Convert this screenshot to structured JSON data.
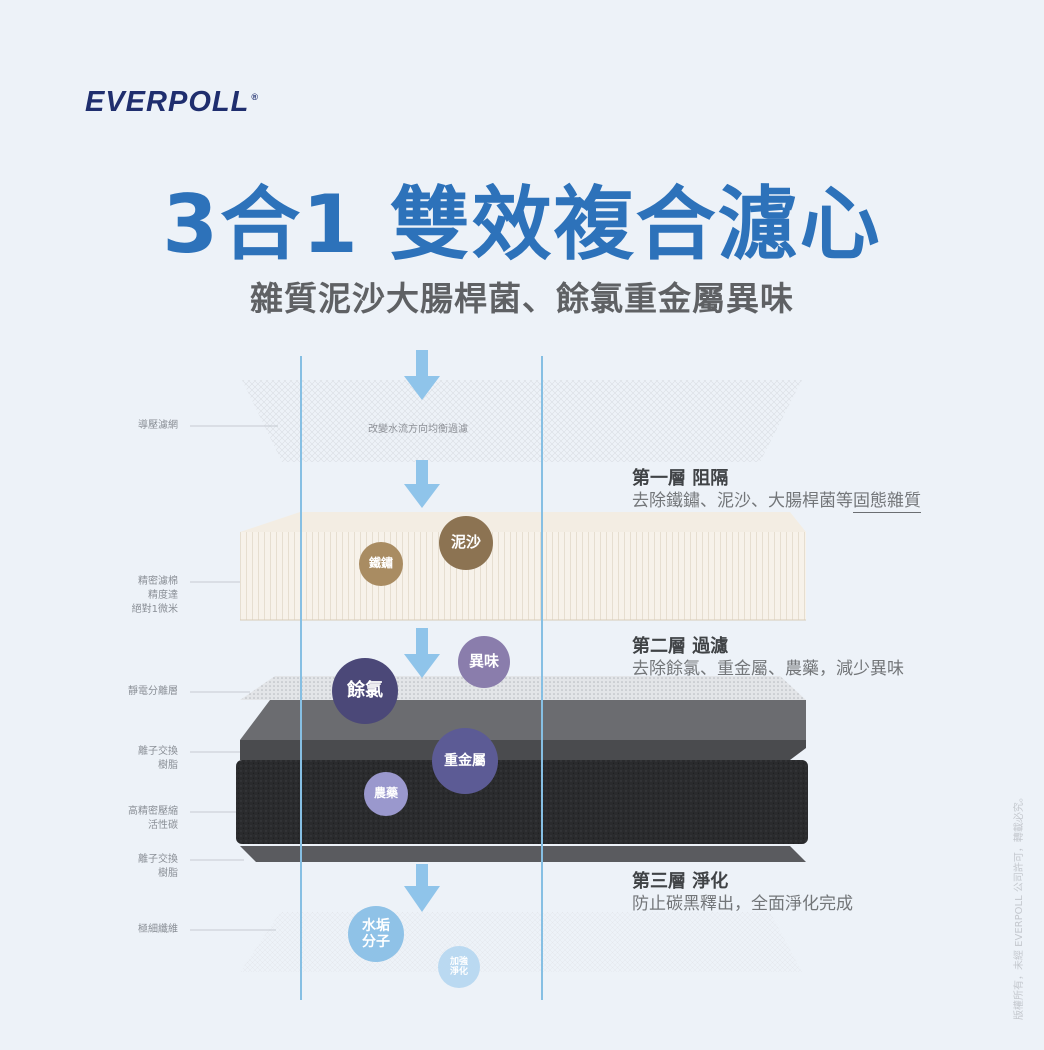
{
  "brand": {
    "logo_text": "EVERPOLL",
    "registered_mark": "®"
  },
  "header": {
    "title": "3合1 雙效複合濾心",
    "subtitle": "雜質泥沙大腸桿菌、餘氯重金屬異味"
  },
  "left_labels": {
    "guide_mesh": "導壓濾網",
    "fine_cotton": [
      "精密濾棉",
      "精度達",
      "絕對1微米"
    ],
    "electrostatic": "靜電分離層",
    "ion_resin_1": [
      "離子交換",
      "樹脂"
    ],
    "carbon": [
      "高精密壓縮",
      "活性碳"
    ],
    "ion_resin_2": [
      "離子交換",
      "樹脂"
    ],
    "fiber": "極細纖維"
  },
  "diagram": {
    "mesh_note": "改變水流方向均衡過濾",
    "bubbles": {
      "rust": "鐵鏽",
      "sand": "泥沙",
      "odor": "異味",
      "chlorine": "餘氯",
      "heavy_metal": "重金屬",
      "pesticide": "農藥",
      "scale": [
        "水垢",
        "分子"
      ],
      "enhance": [
        "加強",
        "淨化"
      ]
    },
    "colors": {
      "rust": "#a98c62",
      "sand": "#8c7352",
      "odor": "#8a7dac",
      "chlorine": "#4b4878",
      "heavy_metal": "#5c5b95",
      "pesticide": "#9a98cd",
      "scale": "#8fc2e7",
      "enhance": "#bad9f1",
      "arrow": "#8fc4ea",
      "title_blue": "#2d72ba"
    }
  },
  "layers": {
    "first": {
      "title": "第一層 阻隔",
      "desc_prefix": "去除鐵鏽、泥沙、大腸桿菌等",
      "desc_underlined": "固態雜質"
    },
    "second": {
      "title": "第二層 過濾",
      "desc": "去除餘氯、重金屬、農藥，減少異味"
    },
    "third": {
      "title": "第三層 淨化",
      "desc": "防止碳黑釋出，全面淨化完成"
    }
  },
  "copyright": "版權所有，未經 EVERPOLL 公司許可，轉載必究。"
}
